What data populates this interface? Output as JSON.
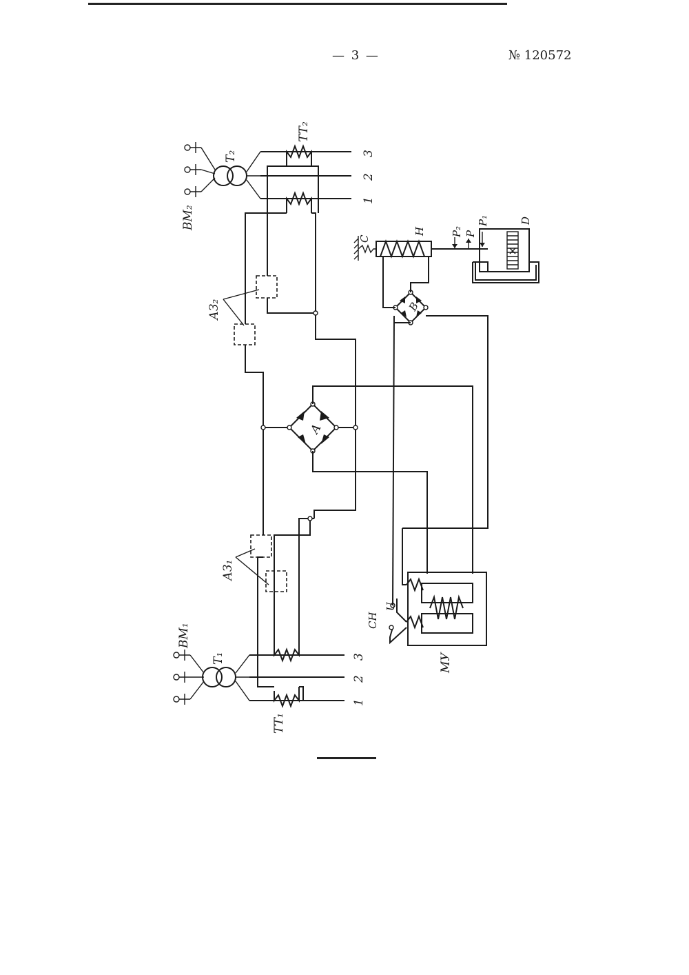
{
  "header": {
    "page_number": "— 3 —",
    "patent_number": "№ 120572"
  },
  "labels": {
    "tt2": "TT₂",
    "t2": "T₂",
    "bm2": "BM₂",
    "tt1": "TT₁",
    "t1": "T₁",
    "bm1": "BM₁",
    "az2": "АЗ₂",
    "az1": "АЗ₁",
    "a": "A",
    "b": "B",
    "c": "C",
    "h": "H",
    "d": "D",
    "p2": "P₂",
    "p": "P",
    "p1": "P₁",
    "u": "U",
    "ch": "CH",
    "mu": "МУ",
    "bus1": "1",
    "bus2": "2",
    "bus3": "3"
  }
}
